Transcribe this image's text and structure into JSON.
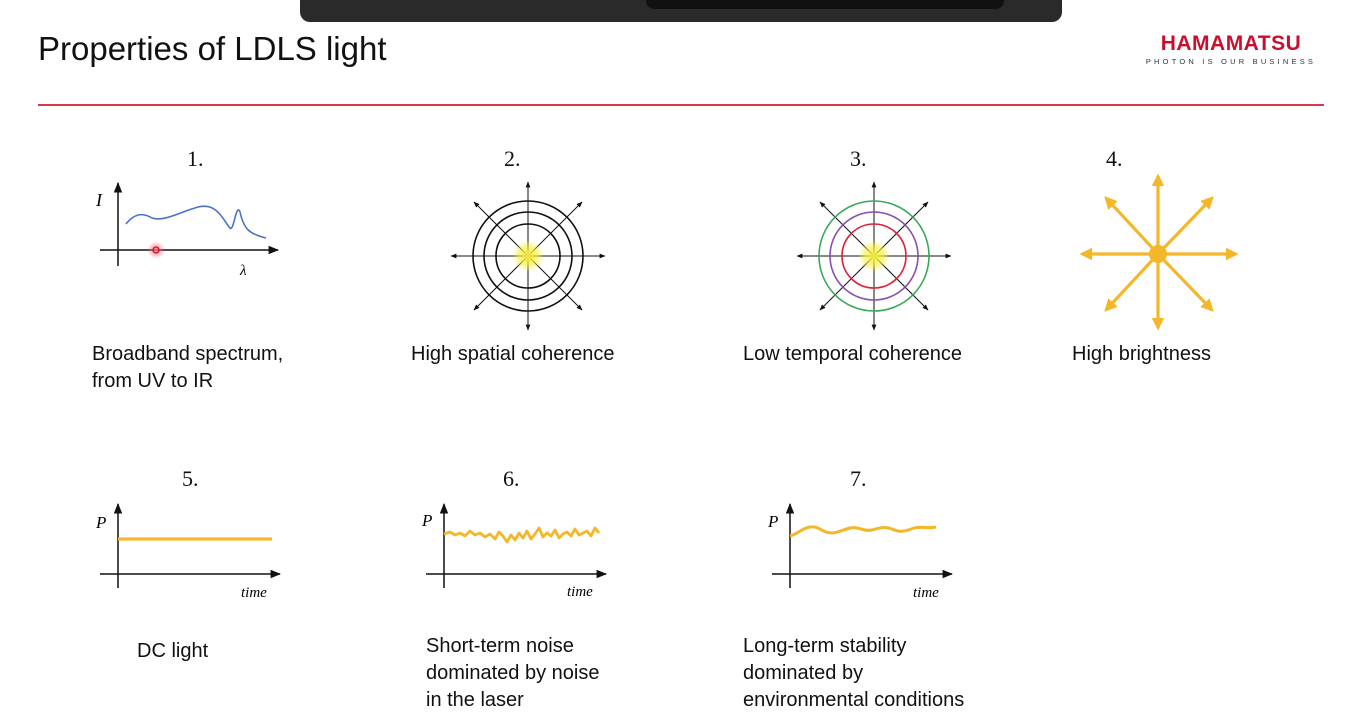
{
  "slide": {
    "title": "Properties of LDLS light",
    "logo": {
      "brand": "HAMAMATSU",
      "tagline": "PHOTON IS OUR BUSINESS"
    }
  },
  "properties": [
    {
      "number": "1.",
      "caption_lines": [
        "Broadband spectrum,",
        "from UV to IR"
      ],
      "y_axis": "I",
      "x_axis": "λ"
    },
    {
      "number": "2.",
      "caption_lines": [
        "High spatial coherence"
      ]
    },
    {
      "number": "3.",
      "caption_lines": [
        "Low temporal coherence"
      ]
    },
    {
      "number": "4.",
      "caption_lines": [
        "High brightness"
      ]
    },
    {
      "number": "5.",
      "caption_lines": [
        "DC light"
      ],
      "y_axis": "P",
      "x_axis": "time"
    },
    {
      "number": "6.",
      "caption_lines": [
        "Short-term noise",
        "dominated by noise",
        "in the laser"
      ],
      "y_axis": "P",
      "x_axis": "time"
    },
    {
      "number": "7.",
      "caption_lines": [
        "Long-term stability",
        "dominated by",
        "environmental conditions"
      ],
      "y_axis": "P",
      "x_axis": "time"
    }
  ],
  "colors": {
    "accent_rule": "#d93848",
    "brand_red": "#c8102e",
    "spectrum_line": "#4a72c8",
    "signal_line": "#f5b72a",
    "glow_yellow": "#f6f03a",
    "ring_green": "#3aa85a",
    "ring_purple": "#8a4fb0",
    "ring_red": "#e0203a"
  },
  "icons": [
    "arrow-icon",
    "glow-icon"
  ]
}
